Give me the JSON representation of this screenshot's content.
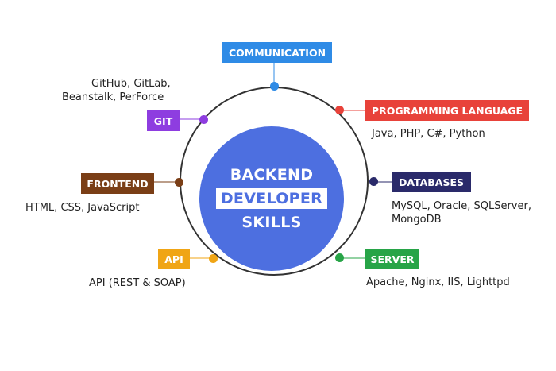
{
  "center": {
    "line1": "BACKEND",
    "line2": "DEVELOPER",
    "line3": "SKILLS"
  },
  "nodes": {
    "communication": {
      "label": "COMMUNICATION",
      "color": "#2f8be6",
      "desc": ""
    },
    "programming": {
      "label": "PROGRAMMING LANGUAGE",
      "color": "#e8423a",
      "desc": "Java, PHP, C#, Python"
    },
    "databases": {
      "label": "DATABASES",
      "color": "#2a2a6a",
      "desc1": "MySQL, Oracle, SQLServer,",
      "desc2": "MongoDB"
    },
    "server": {
      "label": "SERVER",
      "color": "#27a447",
      "desc": "Apache, Nginx, IIS, Lighttpd"
    },
    "api": {
      "label": "API",
      "color": "#f0a515",
      "desc": "API (REST & SOAP)"
    },
    "frontend": {
      "label": "FRONTEND",
      "color": "#7a3e16",
      "desc": "HTML, CSS, JavaScript"
    },
    "git": {
      "label": "GIT",
      "color": "#8e3de0",
      "desc1": "GitHub, GitLab,",
      "desc2": "Beanstalk, PerForce"
    }
  },
  "ring_color": "#333333",
  "center_color": "#4d6fe0"
}
